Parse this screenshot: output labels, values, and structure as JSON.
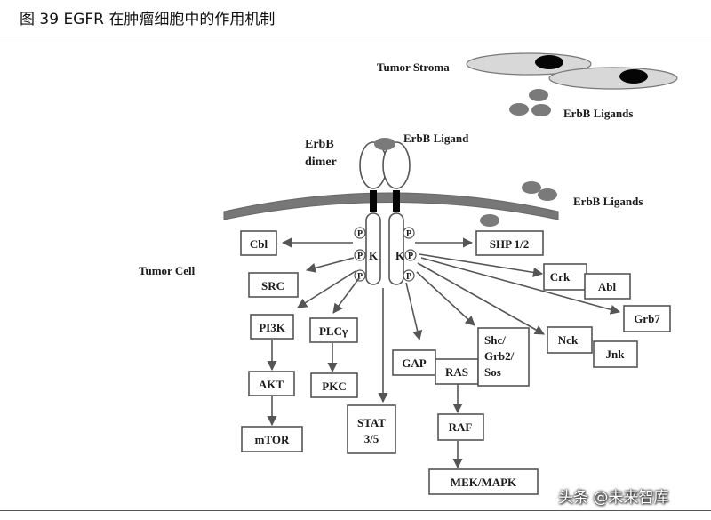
{
  "caption": "图 39 EGFR 在肿瘤细胞中的作用机制",
  "labels": {
    "tumor_stroma": "Tumor Stroma",
    "erbb_ligands_top": "ErbB Ligands",
    "erbb_dimer_1": "ErbB",
    "erbb_dimer_2": "dimer",
    "erbb_ligand": "ErbB Ligand",
    "erbb_ligands_right": "ErbB Ligands",
    "tumor_cell": "Tumor Cell",
    "p": "P",
    "k": "K"
  },
  "nodes": {
    "cbl": "Cbl",
    "src": "SRC",
    "pi3k": "PI3K",
    "plcy": "PLCγ",
    "akt": "AKT",
    "pkc": "PKC",
    "mtor": "mTOR",
    "stat_1": "STAT",
    "stat_2": "3/5",
    "gap": "GAP",
    "ras": "RAS",
    "shc_1": "Shc/",
    "shc_2": "Grb2/",
    "shc_3": "Sos",
    "raf": "RAF",
    "mek": "MEK/MAPK",
    "shp": "SHP 1/2",
    "crk": "Crk",
    "abl": "Abl",
    "grb7": "Grb7",
    "nck": "Nck",
    "jnk": "Jnk"
  },
  "watermark": "头条 @未来智库",
  "colors": {
    "membrane": "#777777",
    "ligand": "#7a7a7a",
    "stroma": "#d8d8d8",
    "nucleus": "#050505"
  }
}
